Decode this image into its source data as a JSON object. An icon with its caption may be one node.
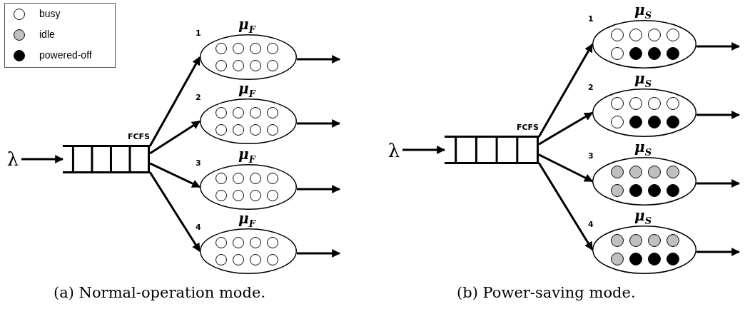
{
  "diagram": {
    "nodes": [
      {
        "text": [
          "λ"
        ]
      },
      {
        "text": [
          "FCFS"
        ]
      },
      {
        "text": [
          "1"
        ],
        "beside": [
          "μ$_{F}$"
        ]
      },
      {
        "text": [],
        "shape": "circle",
        "in": 2
      },
      {
        "text": [],
        "shape": "circle",
        "in": 2
      },
      {
        "text": [],
        "shape": "circle",
        "in": 2
      },
      {
        "text": [],
        "shape": "circle",
        "in": 2
      },
      {
        "text": [],
        "shape": "circle",
        "in": 2
      },
      {
        "text": [],
        "shape": "circle",
        "in": 2
      },
      {
        "text": [],
        "shape": "circle",
        "in": 2
      },
      {
        "text": [],
        "shape": "circle",
        "in": 2
      },
      {
        "text": [
          "2"
        ],
        "beside": [
          "μ$_{F}$"
        ]
      },
      {
        "text": [],
        "shape": "circle",
        "in": 11
      },
      {
        "text": [],
        "shape": "circle",
        "in": 11
      },
      {
        "text": [],
        "shape": "circle",
        "in": 11
      },
      {
        "text": [],
        "shape": "circle",
        "in": 11
      },
      {
        "text": [],
        "shape": "circle",
        "in": 11
      },
      {
        "text": [],
        "shape": "circle",
        "in": 11
      },
      {
        "text": [],
        "shape": "circle",
        "in": 11
      },
      {
        "text": [],
        "shape": "circle",
        "in": 11
      },
      {
        "text": [
          "3"
        ],
        "beside": [
          "μ$_{F}$"
        ]
      },
      {
        "text": [],
        "shape": "circle",
        "in": 20
      },
      {
        "text": [],
        "shape": "circle",
        "in": 20
      },
      {
        "text": [],
        "shape": "circle",
        "in": 20
      },
      {
        "text": [],
        "shape": "circle",
        "in": 20
      },
      {
        "text": [],
        "shape": "circle",
        "in": 20
      },
      {
        "text": [],
        "shape": "circle",
        "in": 20
      },
      {
        "text": [],
        "shape": "circle",
        "in": 20
      },
      {
        "text": [],
        "shape": "circle",
        "in": 20
      },
      {
        "text": [
          "4"
        ],
        "beside": [
          "μ$_{F}$"
        ]
      },
      {
        "text": [],
        "shape": "circle",
        "in": 29
      },
      {
        "text": [],
        "shape": "circle",
        "in": 29
      },
      {
        "text": [],
        "shape": "circle",
        "in": 29
      },
      {
        "text": [],
        "shape": "circle",
        "in": 29
      },
      {
        "text": [],
        "shape": "circle",
        "in": 29
      },
      {
        "text": [],
        "shape": "circle",
        "in": 29
      },
      {
        "text": [],
        "shape": "circle",
        "in": 29
      },
      {
        "text": [],
        "shape": "circle",
        "in": 29
      },
      {
        "text": [
          "λ"
        ]
      },
      {
        "text": [
          "FCFS"
        ]
      },
      {
        "text": [
          "1"
        ],
        "beside": [
          "μ$_{S}$"
        ]
      },
      {
        "text": [],
        "shape": "circle",
        "in": 40
      },
      {
        "text": [],
        "shape": "circle",
        "in": 40
      },
      {
        "text": [],
        "shape": "circle",
        "in": 40
      },
      {
        "text": [],
        "shape": "circle",
        "in": 40
      },
      {
        "text": [],
        "shape": "circle",
        "in": 40
      },
      {
        "text": [],
        "shape": "circle",
        "in": 40
      },
      {
        "text": [],
        "shape": "circle",
        "in": 40
      },
      {
        "text": [],
        "shape": "circle",
        "in": 40
      },
      {
        "text": [
          "2"
        ],
        "beside": [
          "μ$_{S}$"
        ]
      },
      {
        "text": [],
        "shape": "circle",
        "in": 49
      },
      {
        "text": [],
        "shape": "circle",
        "in": 49
      },
      {
        "text": [],
        "shape": "circle",
        "in": 49
      },
      {
        "text": [],
        "shape": "circle",
        "in": 49
      },
      {
        "text": [],
        "shape": "circle",
        "in": 49
      },
      {
        "text": [],
        "shape": "circle",
        "in": 49
      },
      {
        "text": [],
        "shape": "circle",
        "in": 49
      },
      {
        "text": [],
        "shape": "circle",
        "in": 49
      },
      {
        "text": [
          "3"
        ],
        "beside": [
          "μ$_{S}$"
        ]
      },
      {
        "text": [],
        "shape": "circle",
        "in": 58
      },
      {
        "text": [],
        "shape": "circle",
        "in": 58
      },
      {
        "text": [],
        "shape": "circle",
        "in": 58
      },
      {
        "text": [],
        "shape": "circle",
        "in": 58
      },
      {
        "text": [],
        "shape": "circle",
        "in": 58
      },
      {
        "text": [],
        "shape": "circle",
        "in": 58
      },
      {
        "text": [],
        "shape": "circle",
        "in": 58
      },
      {
        "text": [],
        "shape": "circle",
        "in": 58
      },
      {
        "text": [
          "4"
        ],
        "beside": [
          "μ$_{S}$"
        ]
      },
      {
        "text": [],
        "shape": "circle",
        "in": 67
      },
      {
        "text": [],
        "shape": "circle",
        "in": 67
      },
      {
        "text": [],
        "shape": "circle",
        "in": 67
      },
      {
        "text": [],
        "shape": "circle",
        "in": 67
      },
      {
        "text": [],
        "shape": "circle",
        "in": 67
      },
      {
        "text": [],
        "shape": "circle",
        "in": 67
      },
      {
        "text": [],
        "shape": "circle",
        "in": 67
      },
      {
        "text": [],
        "shape": "circle",
        "in": 67
      }
    ],
    "edges": [
      {
        "from": 0,
        "to": 1,
        "arrow": "to"
      },
      {
        "from": 1,
        "to": 2,
        "arrow": "to"
      },
      {
        "from": 1,
        "to": 11,
        "arrow": "to"
      },
      {
        "from": 1,
        "to": 20,
        "arrow": "to"
      },
      {
        "from": 1,
        "to": 29,
        "arrow": "to"
      },
      {
        "from": 2,
        "to": null,
        "arrow": "to"
      },
      {
        "from": 11,
        "to": null,
        "arrow": "to"
      },
      {
        "from": 20,
        "to": null,
        "arrow": "to"
      },
      {
        "from": 29,
        "to": null,
        "arrow": "to"
      },
      {
        "from": 38,
        "to": 39,
        "arrow": "to"
      },
      {
        "from": 39,
        "to": 40,
        "arrow": "to"
      },
      {
        "from": 39,
        "to": 49,
        "arrow": "to"
      },
      {
        "from": 39,
        "to": 58,
        "arrow": "to"
      },
      {
        "from": 39,
        "to": 67,
        "arrow": "to"
      },
      {
        "from": 40,
        "to": null,
        "arrow": "to"
      },
      {
        "from": 49,
        "to": null,
        "arrow": "to"
      },
      {
        "from": 58,
        "to": null,
        "arrow": "to"
      },
      {
        "from": 67,
        "to": null,
        "arrow": "to"
      }
    ],
    "labels": [
      "(a) Normal-operation mode.",
      "(b) Power-saving mode."
    ],
    "legend": [
      {
        "text": "busy",
        "color": "#ffffff"
      },
      {
        "text": "idle",
        "color": "#c0c0c0"
      },
      {
        "text": "powered-off",
        "color": "#000000"
      }
    ]
  }
}
